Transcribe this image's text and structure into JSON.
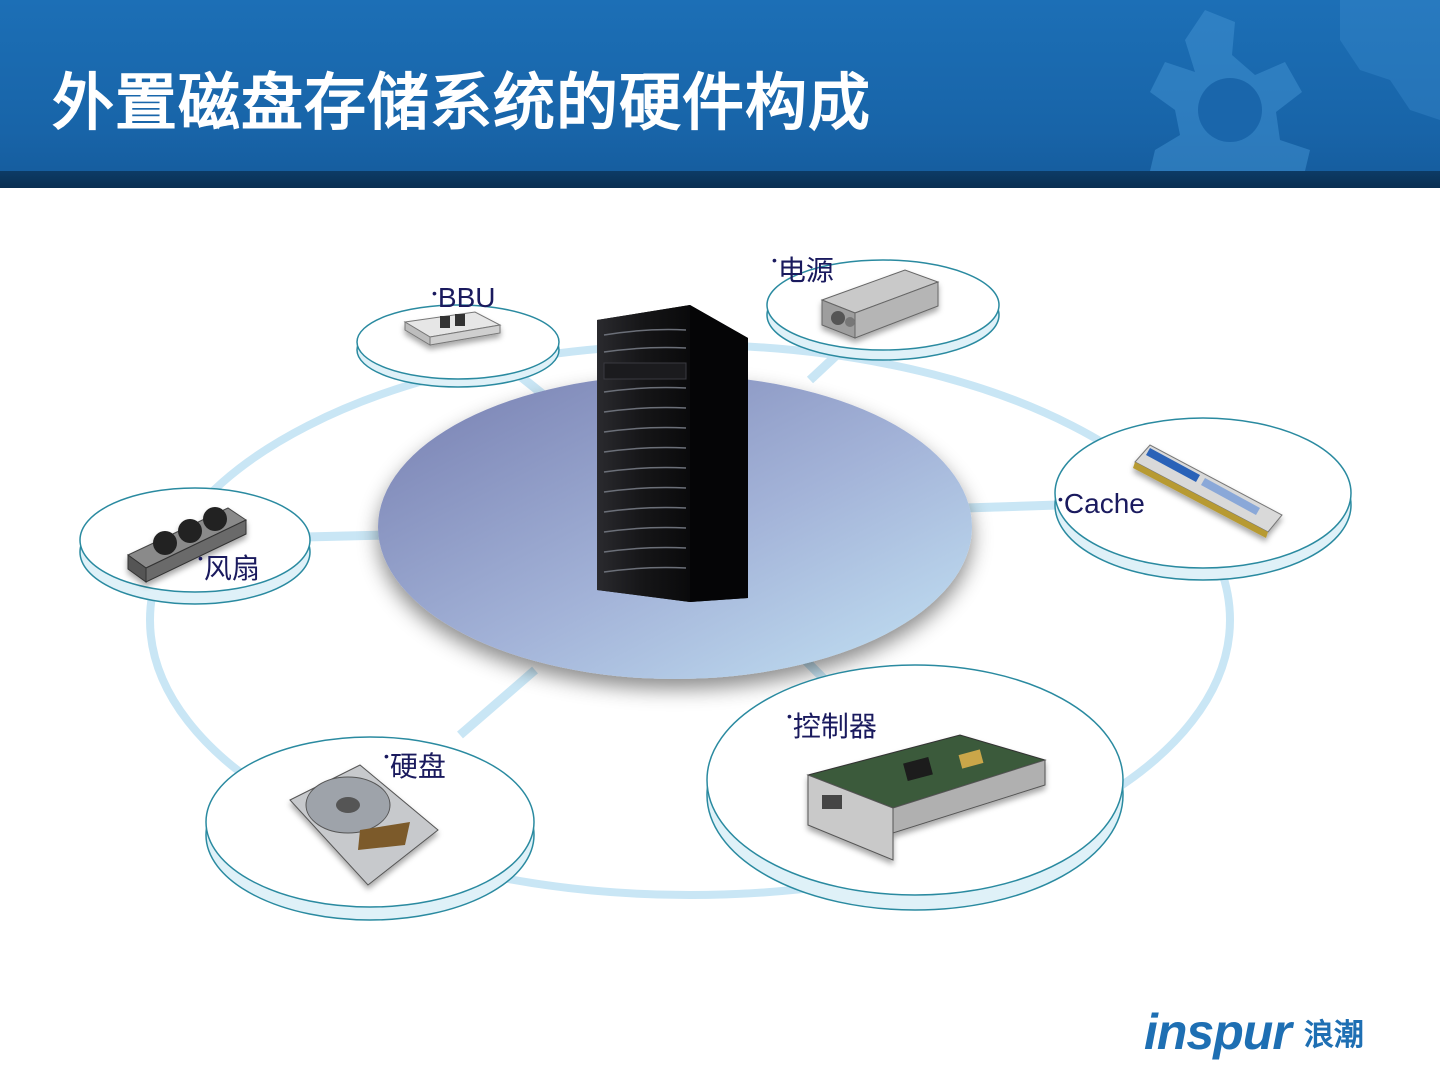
{
  "title": "外置磁盘存储系统的硬件构成",
  "components": {
    "bbu": {
      "label": "BBU",
      "icon": "bbu-module-icon"
    },
    "power": {
      "label": "电源",
      "icon": "power-supply-icon"
    },
    "cache": {
      "label": "Cache",
      "icon": "memory-module-icon"
    },
    "fan": {
      "label": "风扇",
      "icon": "fan-module-icon"
    },
    "disk": {
      "label": "硬盘",
      "icon": "hard-disk-icon"
    },
    "controller": {
      "label": "控制器",
      "icon": "controller-board-icon"
    }
  },
  "center": {
    "icon": "storage-rack-icon"
  },
  "logo": {
    "en": "inspur",
    "cn": "浪潮"
  },
  "colors": {
    "header_blue": "#1864a8",
    "header_bar": "#0a2f52",
    "ring": "#c9e6f5",
    "label_text": "#1a1a5e",
    "platform_start": "#7b82b3",
    "platform_end": "#bcdff2",
    "logo_blue": "#1e6fb3"
  }
}
